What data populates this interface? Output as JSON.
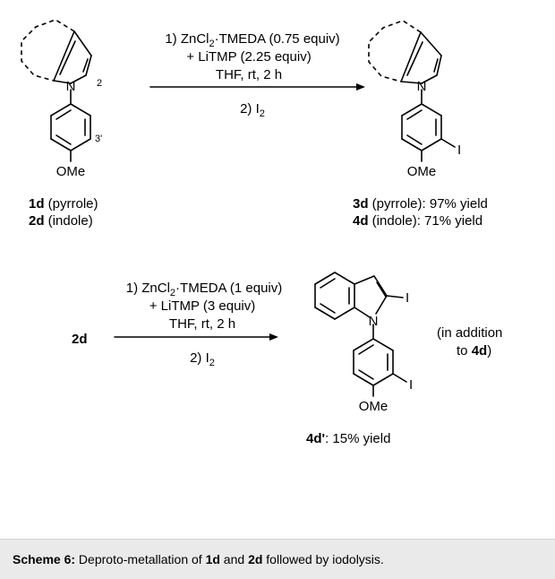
{
  "scheme": {
    "top": {
      "cond1": "1) ZnCl",
      "cond1_sub": "2",
      "cond1_rest": "·TMEDA (0.75 equiv)",
      "cond2": "+ LiTMP (2.25 equiv)",
      "cond3": "THF, rt, 2 h",
      "cond4": "2) I",
      "cond4_sub": "2",
      "sm_N": "N",
      "sm_pos2": "2",
      "sm_pos3": "3'",
      "sm_ome": "OMe",
      "sm_label1_id": "1d",
      "sm_label1_rest": " (pyrrole)",
      "sm_label2_id": "2d",
      "sm_label2_rest": " (indole)",
      "prod_N": "N",
      "prod_I": "I",
      "prod_ome": "OMe",
      "prod_label1_id": "3d",
      "prod_label1_rest": " (pyrrole): 97% yield",
      "prod_label2_id": "4d",
      "prod_label2_rest": " (indole): 71% yield"
    },
    "bottom": {
      "cond1": "1) ZnCl",
      "cond1_sub": "2",
      "cond1_rest": "·TMEDA (1 equiv)",
      "cond2": "+ LiTMP (3 equiv)",
      "cond3": "THF, rt, 2 h",
      "cond4": "2) I",
      "cond4_sub": "2",
      "sm_label": "2d",
      "prod_N": "N",
      "prod_I2": "I",
      "prod_I3": "I",
      "prod_ome": "OMe",
      "note1": "(in addition",
      "note2": "to ",
      "note2_id": "4d",
      "note2_end": ")",
      "prod_label_id": "4d'",
      "prod_label_rest": ": 15% yield"
    }
  },
  "caption": {
    "label": "Scheme 6:",
    "text_a": " Deproto-metallation of ",
    "id1": "1d",
    "text_b": " and ",
    "id2": "2d",
    "text_c": " followed by iodolysis."
  }
}
